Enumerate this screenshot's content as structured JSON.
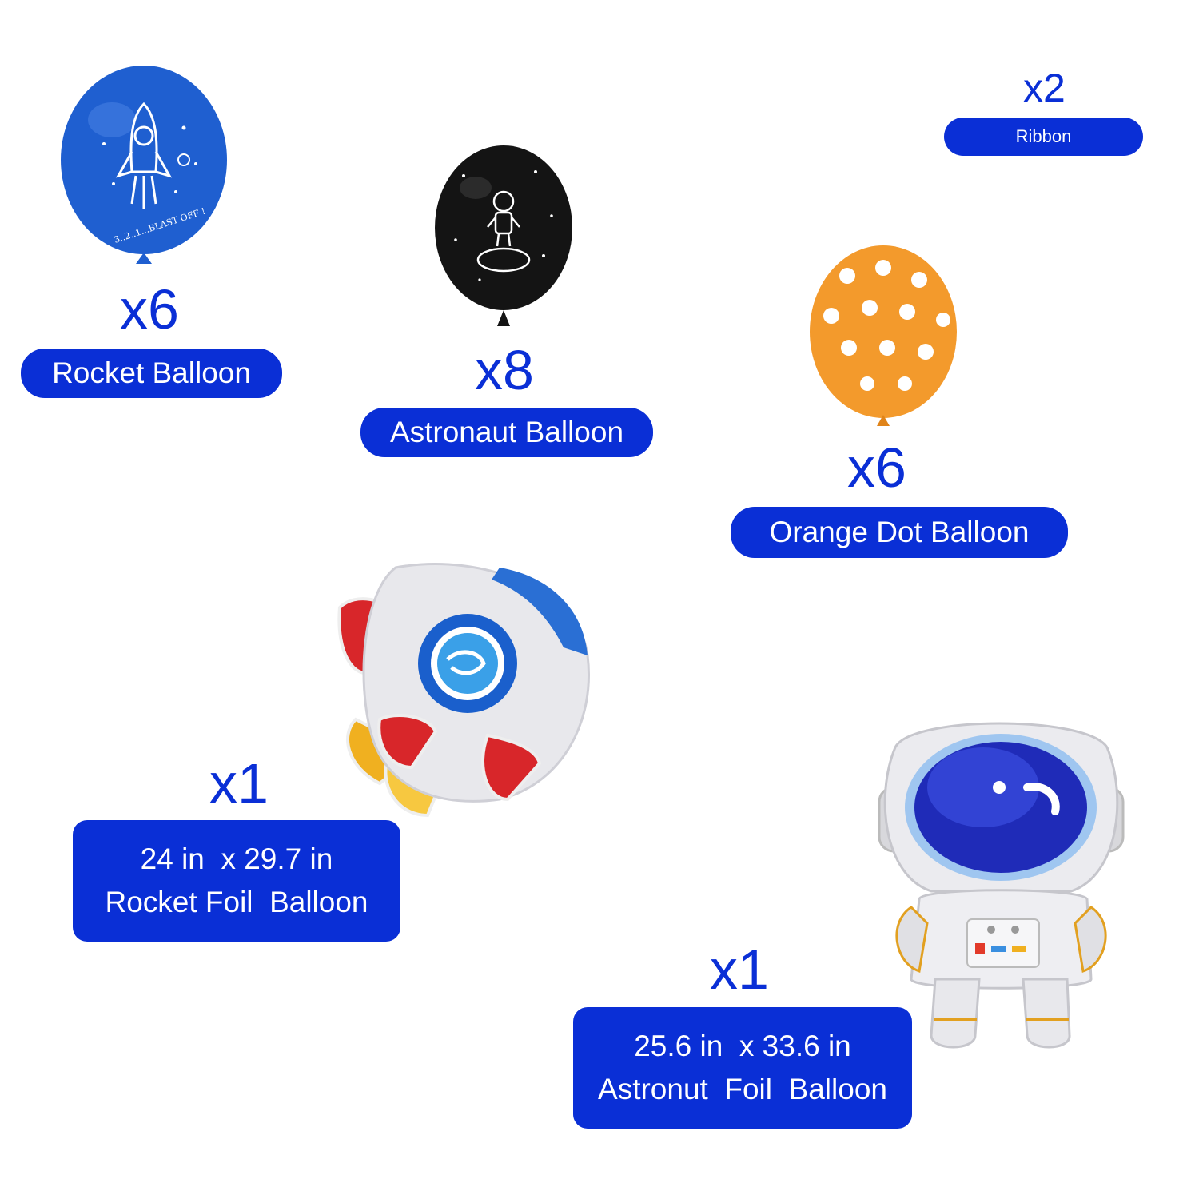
{
  "items": [
    {
      "quantity": "x6",
      "label": "Rocket Balloon"
    },
    {
      "quantity": "x8",
      "label": "Astronaut Balloon"
    },
    {
      "quantity": "x6",
      "label": "Orange Dot Balloon"
    },
    {
      "quantity": "x2",
      "label": "Ribbon"
    },
    {
      "quantity": "x1",
      "size": "24 in  x 29.7 in",
      "label": "Rocket Foil  Balloon"
    },
    {
      "quantity": "x1",
      "size": "25.6 in  x 33.6 in",
      "label": "Astronut  Foil  Balloon"
    }
  ],
  "balloon_texts": {
    "rocket_balloon_print": "3..2..1...BLAST OFF !"
  },
  "colors": {
    "accent": "#0a2fd6",
    "rocket_balloon": "#1f5fd0",
    "astronaut_balloon": "#141414",
    "orange_balloon": "#f39a2c"
  }
}
